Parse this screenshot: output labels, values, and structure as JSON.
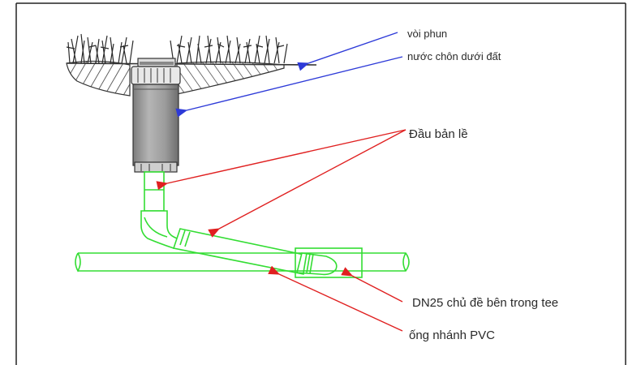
{
  "labels": {
    "sprinkler": "vòi phun",
    "buried": "nước chôn dưới đất",
    "swing_joint": "Đầu bản lề",
    "tee": "DN25 chủ đề bên trong tee",
    "pvc_branch": "ống nhánh PVC"
  },
  "colors": {
    "pipe": "#33dd33",
    "blue_leader": "#2d3ad8",
    "red_leader": "#e02020",
    "soil": "#333333",
    "body_grey": "#9a9a9a"
  }
}
